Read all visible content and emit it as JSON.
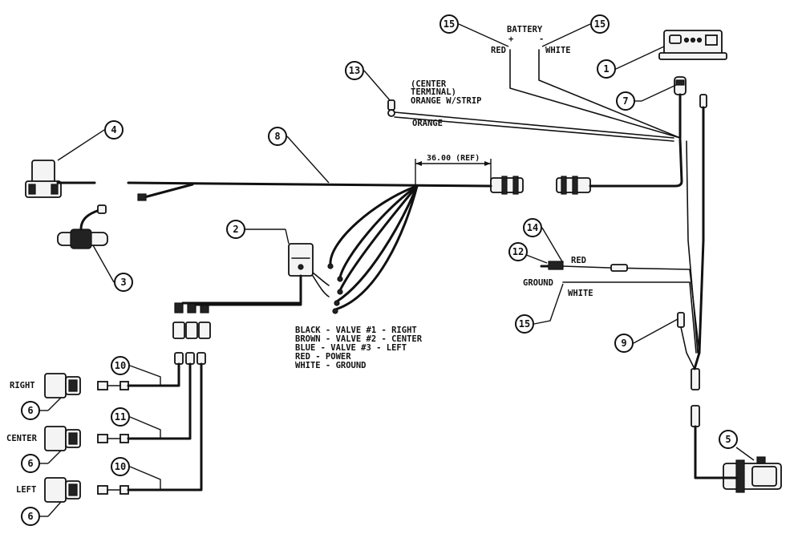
{
  "labels": {
    "battery": "BATTERY",
    "battery_plus": "+",
    "battery_minus": "-",
    "battery_red": "RED",
    "battery_white": "WHITE",
    "center_terminal_1": "(CENTER",
    "center_terminal_2": "TERMINAL)",
    "orange_w_strip": "ORANGE W/STRIP",
    "orange": "ORANGE",
    "dimension": "36.00 (REF)",
    "red_14": "RED",
    "ground": "GROUND",
    "white_15": "WHITE",
    "right": "RIGHT",
    "center": "CENTER",
    "left": "LEFT"
  },
  "legend": [
    "BLACK - VALVE #1 - RIGHT",
    "BROWN - VALVE #2 - CENTER",
    "BLUE - VALVE #3 - LEFT",
    "RED - POWER",
    "WHITE - GROUND"
  ],
  "callouts": {
    "c1": "1",
    "c2": "2",
    "c3": "3",
    "c4": "4",
    "c5": "5",
    "c6a": "6",
    "c6b": "6",
    "c6c": "6",
    "c7": "7",
    "c8": "8",
    "c9": "9",
    "c10a": "10",
    "c10b": "10",
    "c11": "11",
    "c12": "12",
    "c13": "13",
    "c14": "14",
    "c15a": "15",
    "c15b": "15",
    "c15c": "15"
  }
}
